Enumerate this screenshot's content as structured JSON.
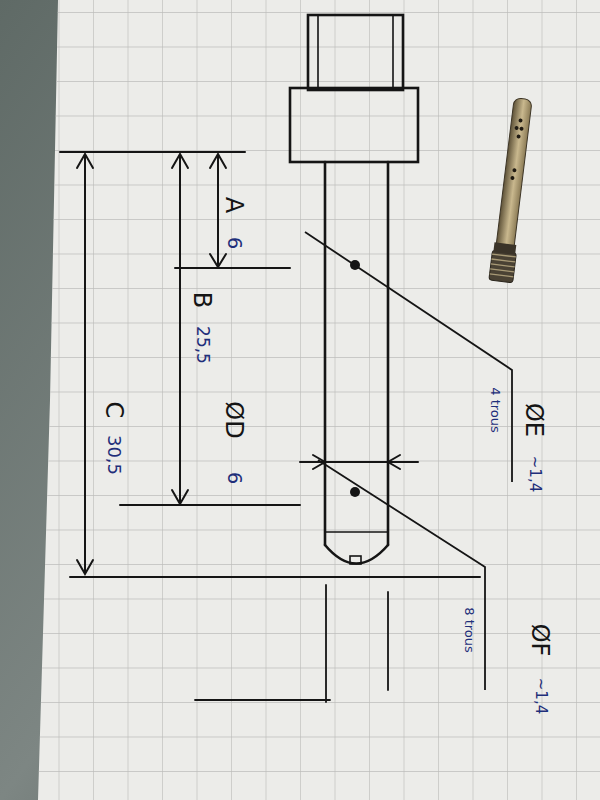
{
  "diagram": {
    "labels": [
      "A",
      "6",
      "B",
      "25,5",
      "C",
      "30,5",
      "ØD",
      "6",
      "ØE",
      "~1,4",
      "4 trous",
      "ØF",
      "~1,4",
      "8 trous"
    ]
  }
}
